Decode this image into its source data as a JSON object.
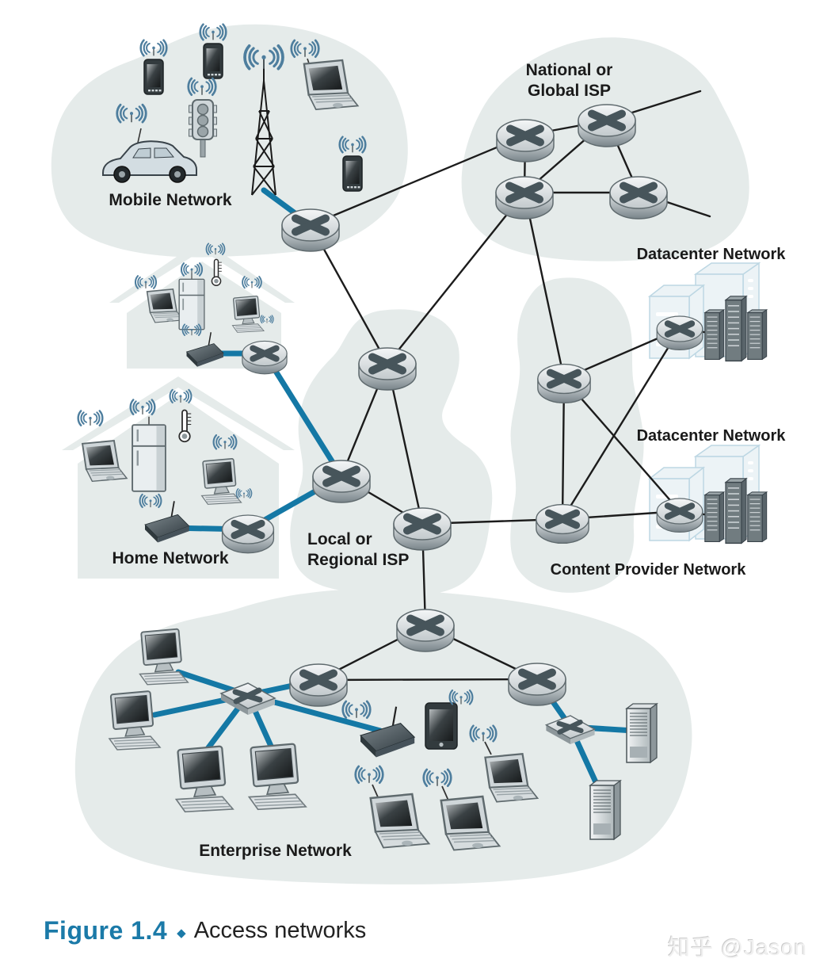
{
  "figure": {
    "caption_title": "Figure 1.4",
    "caption_separator": "◆",
    "caption_text": "Access networks",
    "watermark": "知乎 @Jason"
  },
  "labels": {
    "mobile": "Mobile Network",
    "national_line1": "National or",
    "national_line2": "Global ISP",
    "datacenter_top": "Datacenter Network",
    "datacenter_bottom": "Datacenter Network",
    "content_provider": "Content Provider Network",
    "home": "Home Network",
    "local_line1": "Local or",
    "local_line2": "Regional ISP",
    "enterprise": "Enterprise Network"
  },
  "colors": {
    "cloud_fill": "#e5ebea",
    "house_fill": "#e5ebea",
    "datacenter_building_fill": "#ecf3f6",
    "datacenter_building_stroke": "#bdd7e3",
    "link_black": "#1c1c1c",
    "link_blue": "#1478a5",
    "router_x": "#47555b",
    "wifi_blue": "#4e7e9e",
    "caption_blue": "#1b7aa8",
    "watermark_gray": "#e8e8e8"
  },
  "diagram": {
    "type": "network-topology",
    "regions": [
      {
        "name": "Mobile Network",
        "routers": 1,
        "devices": [
          "smartphone",
          "smartphone",
          "traffic-light",
          "car",
          "cell-tower",
          "laptop",
          "smartphone"
        ]
      },
      {
        "name": "National or Global ISP",
        "routers": 4,
        "devices": []
      },
      {
        "name": "Home Network (upper house)",
        "routers": 1,
        "devices": [
          "laptop",
          "refrigerator",
          "smart-thermometer",
          "desktop-pc",
          "wireless-modem"
        ]
      },
      {
        "name": "Home Network",
        "routers": 1,
        "devices": [
          "laptop",
          "refrigerator",
          "smart-thermometer",
          "desktop-pc",
          "wireless-modem"
        ]
      },
      {
        "name": "Local or Regional ISP",
        "routers": 3,
        "devices": []
      },
      {
        "name": "Content Provider Network",
        "routers": 2,
        "devices": []
      },
      {
        "name": "Datacenter Network (upper)",
        "routers": 1,
        "devices": [
          "server-racks",
          "datacenter-building"
        ]
      },
      {
        "name": "Datacenter Network (lower)",
        "routers": 1,
        "devices": [
          "server-racks",
          "datacenter-building"
        ]
      },
      {
        "name": "Enterprise Network",
        "routers": 3,
        "devices": [
          "ethernet-switch",
          "ethernet-switch",
          "desktop-pc",
          "desktop-pc",
          "desktop-pc",
          "desktop-pc",
          "wireless-access-point",
          "tablet",
          "laptop",
          "laptop",
          "laptop",
          "server",
          "server"
        ]
      }
    ],
    "links": {
      "wired_backbone": 24,
      "access_blue": 14
    }
  }
}
